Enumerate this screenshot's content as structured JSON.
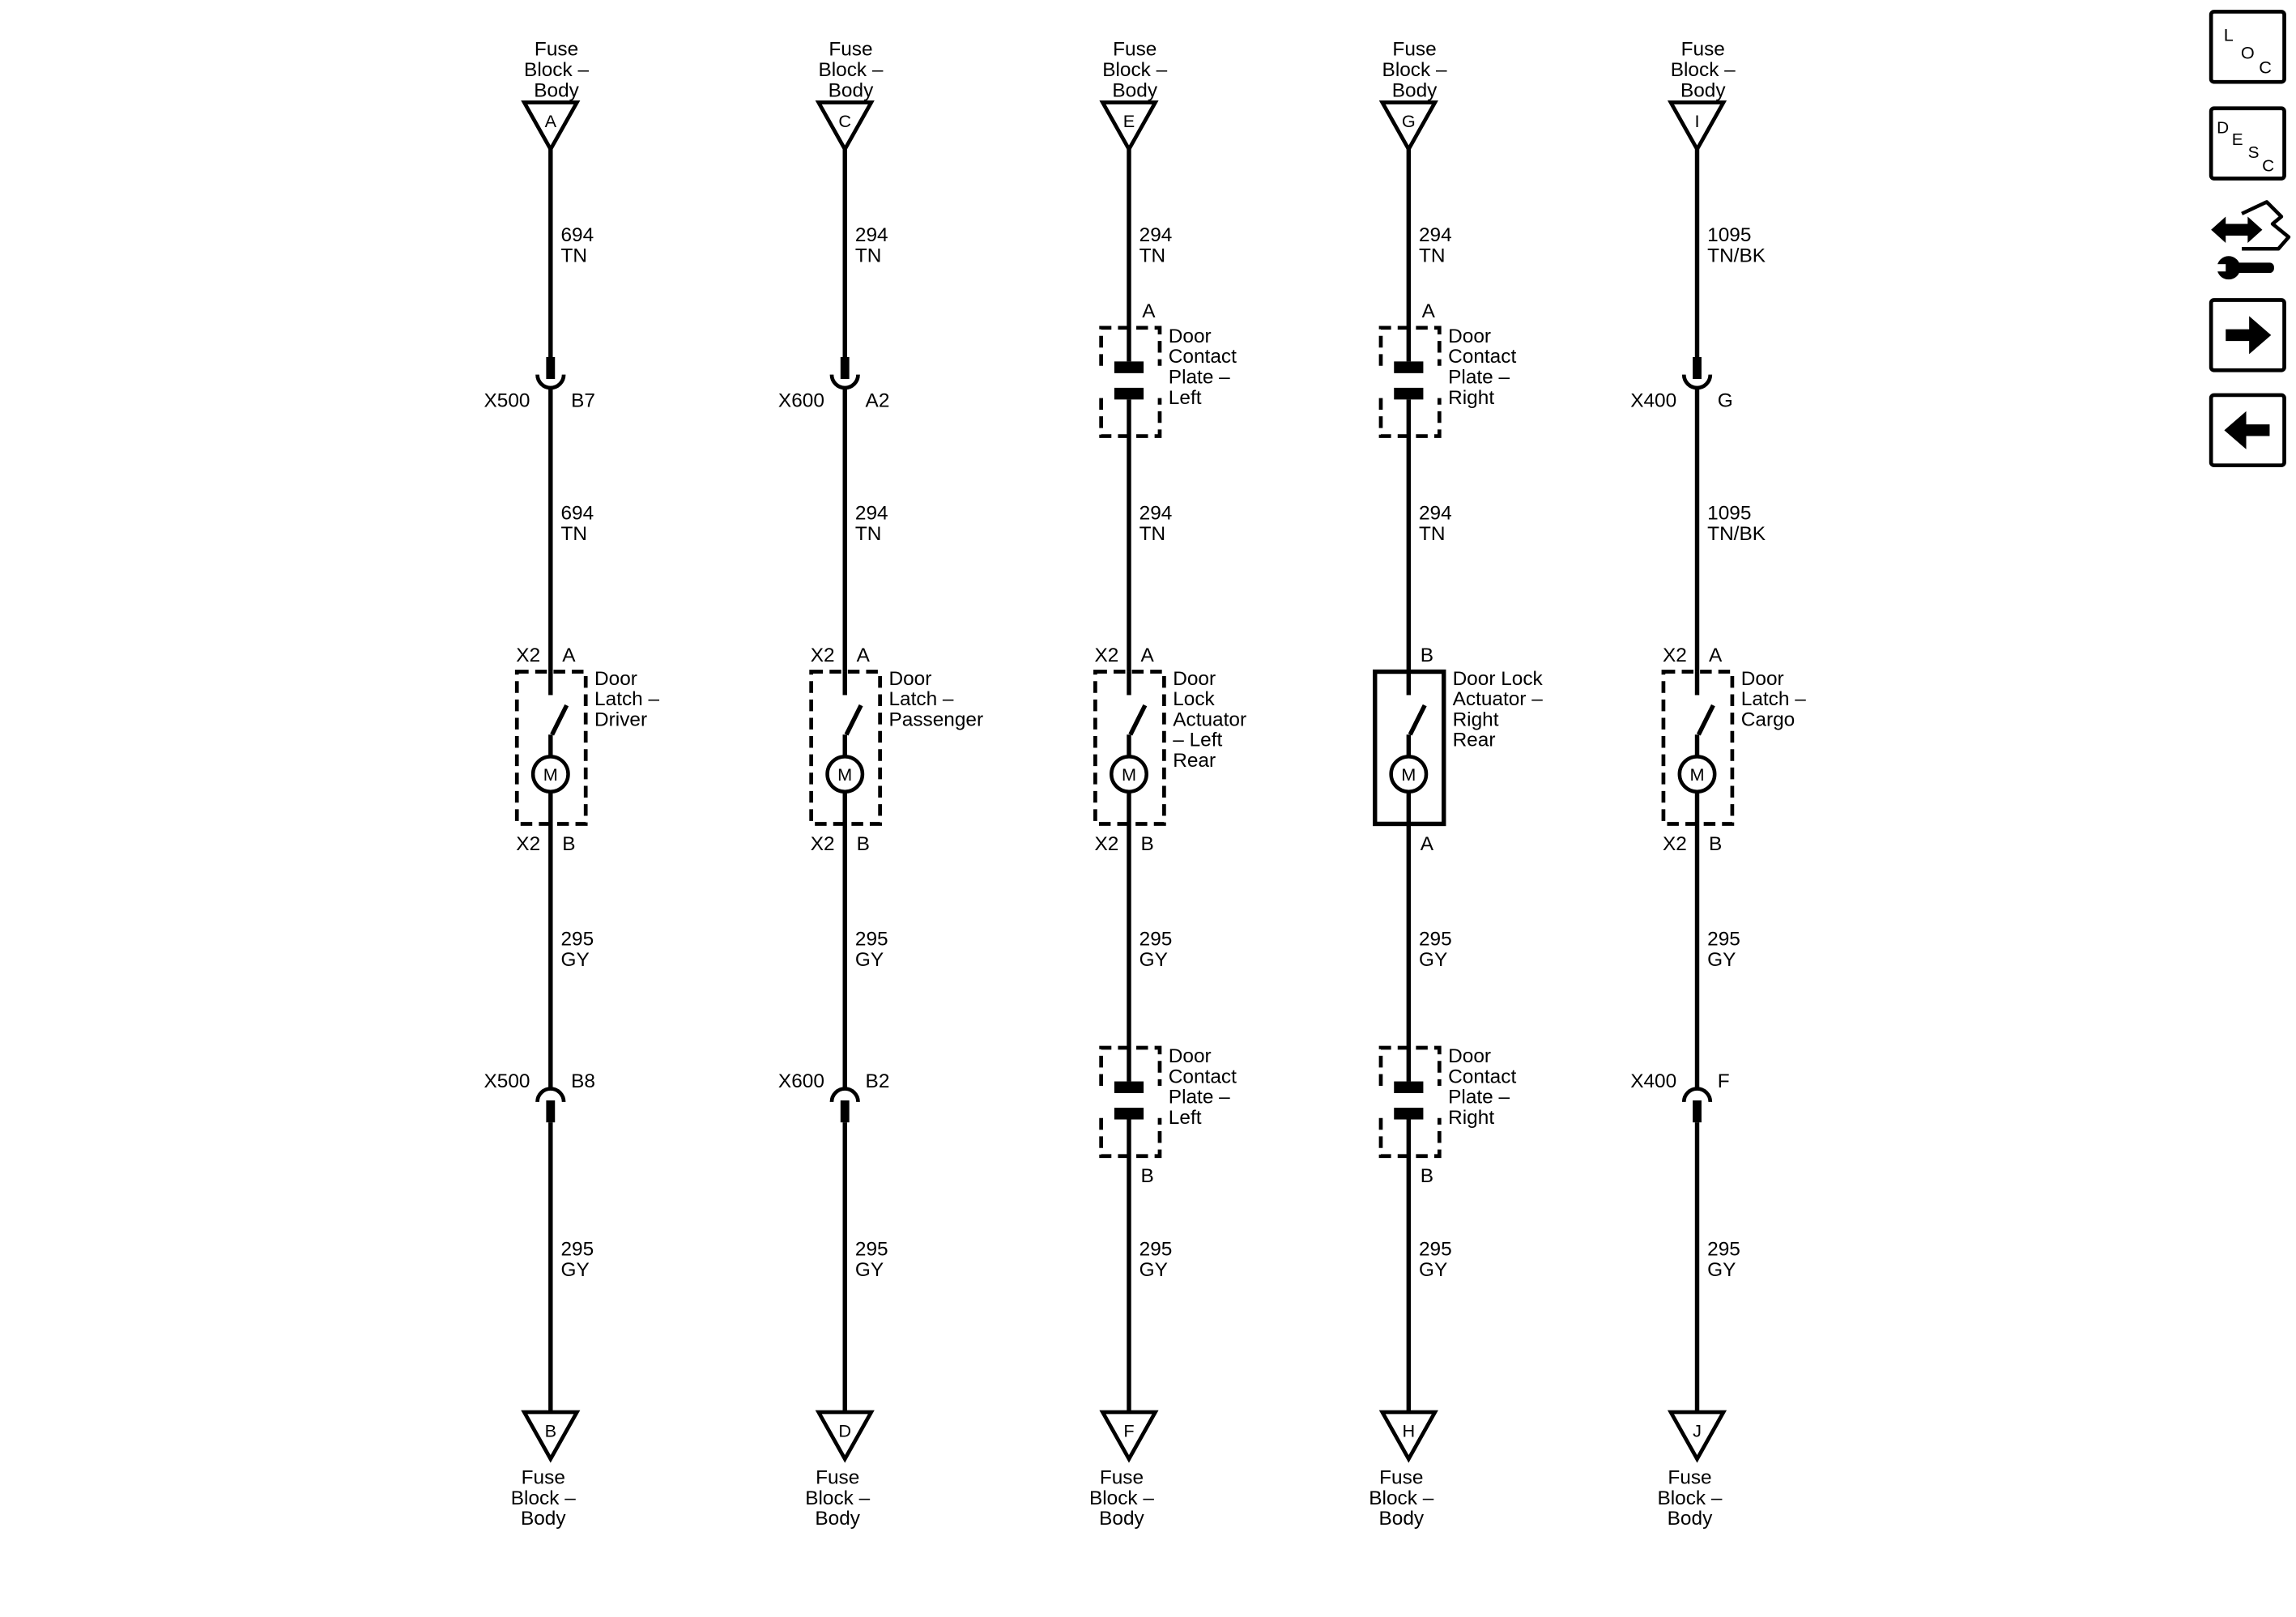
{
  "colors": {
    "ink": "#000000",
    "background": "#ffffff"
  },
  "diagram": {
    "circuits": [
      {
        "top_terminal": {
          "source": [
            "Fuse",
            "Block –",
            "Body"
          ],
          "letter": "A"
        },
        "wire_1": {
          "circuit": "694",
          "color_code": "TN"
        },
        "upper_connection": {
          "connector": "X500",
          "pin": "B7"
        },
        "wire_2": {
          "circuit": "694",
          "color_code": "TN"
        },
        "component": {
          "dashed_outline": true,
          "top_connector": "X2",
          "top_pin": "A",
          "name": [
            "Door",
            "Latch –",
            "Driver"
          ],
          "motor": "M",
          "bottom_connector": "X2",
          "bottom_pin": "B"
        },
        "wire_3": {
          "circuit": "295",
          "color_code": "GY"
        },
        "lower_connection": {
          "connector": "X500",
          "pin": "B8"
        },
        "wire_4": {
          "circuit": "295",
          "color_code": "GY"
        },
        "bottom_terminal": {
          "letter": "B",
          "source": [
            "Fuse",
            "Block –",
            "Body"
          ]
        }
      },
      {
        "top_terminal": {
          "source": [
            "Fuse",
            "Block –",
            "Body"
          ],
          "letter": "C"
        },
        "wire_1": {
          "circuit": "294",
          "color_code": "TN"
        },
        "upper_connection": {
          "connector": "X600",
          "pin": "A2"
        },
        "wire_2": {
          "circuit": "294",
          "color_code": "TN"
        },
        "component": {
          "dashed_outline": true,
          "top_connector": "X2",
          "top_pin": "A",
          "name": [
            "Door",
            "Latch –",
            "Passenger"
          ],
          "motor": "M",
          "bottom_connector": "X2",
          "bottom_pin": "B"
        },
        "wire_3": {
          "circuit": "295",
          "color_code": "GY"
        },
        "lower_connection": {
          "connector": "X600",
          "pin": "B2"
        },
        "wire_4": {
          "circuit": "295",
          "color_code": "GY"
        },
        "bottom_terminal": {
          "letter": "D",
          "source": [
            "Fuse",
            "Block –",
            "Body"
          ]
        }
      },
      {
        "top_terminal": {
          "source": [
            "Fuse",
            "Block –",
            "Body"
          ],
          "letter": "E"
        },
        "wire_1": {
          "circuit": "294",
          "color_code": "TN"
        },
        "upper_connection": {
          "pin": "A",
          "contact_plate": [
            "Door",
            "Contact",
            "Plate –",
            "Left"
          ]
        },
        "wire_2": {
          "circuit": "294",
          "color_code": "TN"
        },
        "component": {
          "dashed_outline": true,
          "top_connector": "X2",
          "top_pin": "A",
          "name": [
            "Door",
            "Lock",
            "Actuator",
            "– Left",
            "Rear"
          ],
          "motor": "M",
          "bottom_connector": "X2",
          "bottom_pin": "B"
        },
        "wire_3": {
          "circuit": "295",
          "color_code": "GY"
        },
        "lower_connection": {
          "pin": "B",
          "contact_plate": [
            "Door",
            "Contact",
            "Plate –",
            "Left"
          ]
        },
        "wire_4": {
          "circuit": "295",
          "color_code": "GY"
        },
        "bottom_terminal": {
          "letter": "F",
          "source": [
            "Fuse",
            "Block –",
            "Body"
          ]
        }
      },
      {
        "top_terminal": {
          "source": [
            "Fuse",
            "Block –",
            "Body"
          ],
          "letter": "G"
        },
        "wire_1": {
          "circuit": "294",
          "color_code": "TN"
        },
        "upper_connection": {
          "pin": "A",
          "contact_plate": [
            "Door",
            "Contact",
            "Plate –",
            "Right"
          ]
        },
        "wire_2": {
          "circuit": "294",
          "color_code": "TN"
        },
        "component": {
          "dashed_outline": false,
          "top_pin": "B",
          "name": [
            "Door Lock",
            "Actuator –",
            "Right",
            "Rear"
          ],
          "motor": "M",
          "bottom_pin": "A"
        },
        "wire_3": {
          "circuit": "295",
          "color_code": "GY"
        },
        "lower_connection": {
          "pin": "B",
          "contact_plate": [
            "Door",
            "Contact",
            "Plate –",
            "Right"
          ]
        },
        "wire_4": {
          "circuit": "295",
          "color_code": "GY"
        },
        "bottom_terminal": {
          "letter": "H",
          "source": [
            "Fuse",
            "Block –",
            "Body"
          ]
        }
      },
      {
        "top_terminal": {
          "source": [
            "Fuse",
            "Block –",
            "Body"
          ],
          "letter": "I"
        },
        "wire_1": {
          "circuit": "1095",
          "color_code": "TN/BK"
        },
        "upper_connection": {
          "connector": "X400",
          "pin": "G"
        },
        "wire_2": {
          "circuit": "1095",
          "color_code": "TN/BK"
        },
        "component": {
          "dashed_outline": true,
          "top_connector": "X2",
          "top_pin": "A",
          "name": [
            "Door",
            "Latch –",
            "Cargo"
          ],
          "motor": "M",
          "bottom_connector": "X2",
          "bottom_pin": "B"
        },
        "wire_3": {
          "circuit": "295",
          "color_code": "GY"
        },
        "lower_connection": {
          "connector": "X400",
          "pin": "F"
        },
        "wire_4": {
          "circuit": "295",
          "color_code": "GY"
        },
        "bottom_terminal": {
          "letter": "J",
          "source": [
            "Fuse",
            "Block –",
            "Body"
          ]
        }
      }
    ]
  },
  "nav": {
    "location_button": {
      "letters": [
        "L",
        "O",
        "C"
      ]
    },
    "description_button": {
      "letters": [
        "D",
        "E",
        "S",
        "C"
      ]
    },
    "connector_view_button": {
      "icon": "connector-wrench-icon"
    },
    "next_button": {
      "icon": "right-arrow-icon"
    },
    "previous_button": {
      "icon": "left-arrow-icon"
    }
  }
}
